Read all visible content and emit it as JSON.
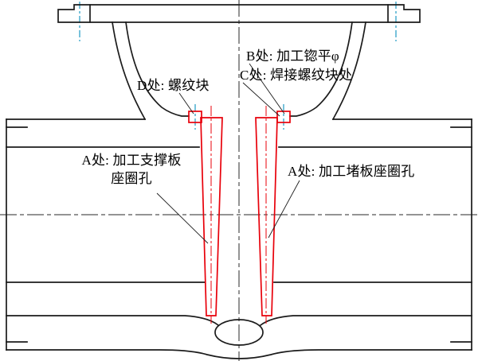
{
  "drawing": {
    "type": "valve-body-section-technical-drawing",
    "colors": {
      "outline": "#1b1b1b",
      "highlight_red": "#e8000a",
      "accent_cyan": "#3fa8cc",
      "background": "#ffffff"
    },
    "annotations": {
      "label_b": "B处: 加工锪平φ",
      "label_c": "C处: 焊接螺纹块处",
      "label_d": "D处: 螺纹块",
      "label_a_left_line1": "A处: 加工支撑板",
      "label_a_left_line2": "座圈孔",
      "label_a_right": "A处: 加工堵板座圈孔"
    }
  }
}
